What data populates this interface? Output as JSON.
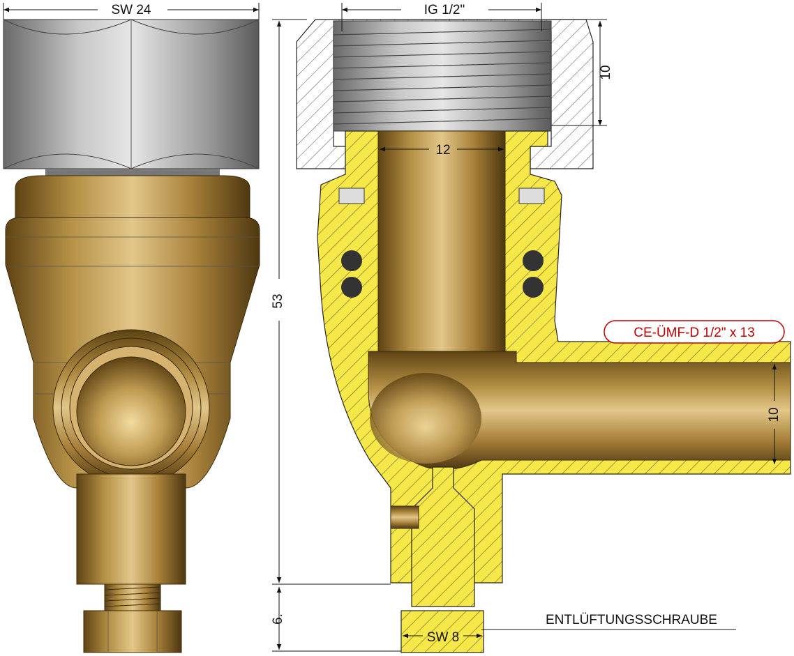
{
  "dimensions": {
    "sw24": "SW 24",
    "ig_half": "IG 1/2\"",
    "dim_10_top": "10",
    "dim_12": "12",
    "dim_53": "53",
    "dim_6": "6.",
    "dim_10_side": "10",
    "sw8": "SW 8"
  },
  "labels": {
    "product_code": "CE-ÜMF-D 1/2\" x 13",
    "screw_label": "ENTLÜFTUNGSSCHRAUBE"
  },
  "colors": {
    "brass": "#b08a3e",
    "section_yellow": "#f7e84a",
    "steel": "#9a9a9a",
    "product_red": "#c00000"
  }
}
